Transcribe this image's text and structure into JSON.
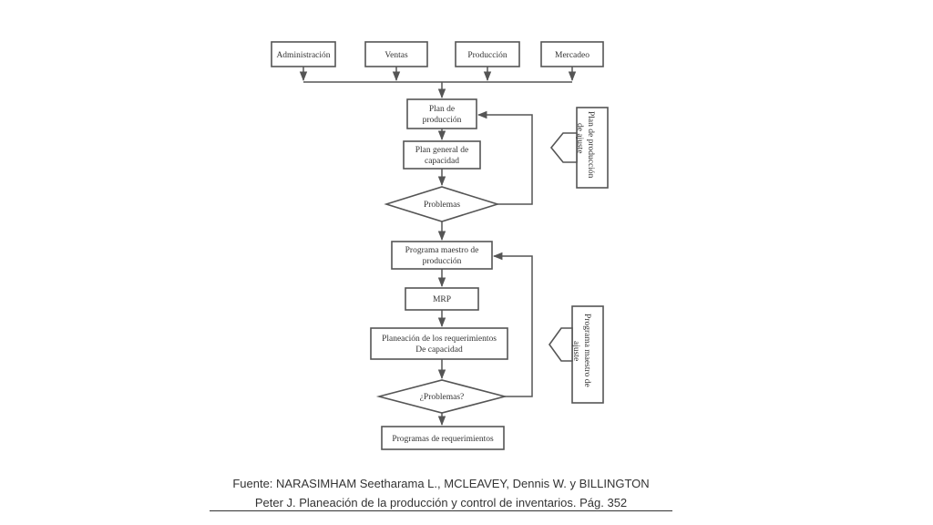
{
  "diagram": {
    "departments": [
      "Administración",
      "Ventas",
      "Producción",
      "Mercadeo"
    ],
    "plan_produccion": [
      "Plan de",
      "producción"
    ],
    "plan_general": [
      "Plan general de",
      "capacidad"
    ],
    "problemas_1": "Problemas",
    "programa_maestro": [
      "Programa maestro de",
      "producción"
    ],
    "mrp": "MRP",
    "planeacion_req": [
      "Planeación de los requerimientos",
      "De capacidad"
    ],
    "problemas_2": "¿Problemas?",
    "programas_req": "Programas de requerimientos",
    "ajuste_1": [
      "Plan de producción",
      "de ajuste"
    ],
    "ajuste_2": [
      "Programa maestro de",
      "ajuste"
    ]
  },
  "caption": {
    "line1": "Fuente: NARASIMHAM Seetharama L., MCLEAVEY, Dennis W. y BILLINGTON",
    "line2": "Peter J. Planeación de la producción y control de inventarios. Pág. 352"
  }
}
